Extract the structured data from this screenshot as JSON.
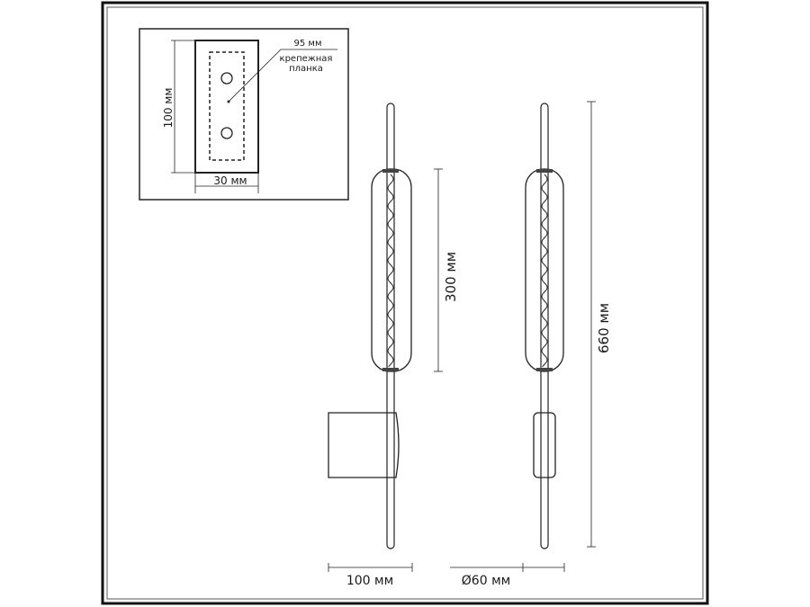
{
  "inset": {
    "height_label": "100 мм",
    "width_label": "30 мм",
    "plate_size_label": "95 мм",
    "plate_label_line1": "крепежная",
    "plate_label_line2": "планка"
  },
  "side_view": {
    "shade_height_label": "300 мм",
    "depth_label": "100 мм"
  },
  "front_view": {
    "total_height_label": "660 мм",
    "diameter_label": "Ø60 мм"
  },
  "colors": {
    "line": "#222222",
    "background": "#ffffff"
  }
}
